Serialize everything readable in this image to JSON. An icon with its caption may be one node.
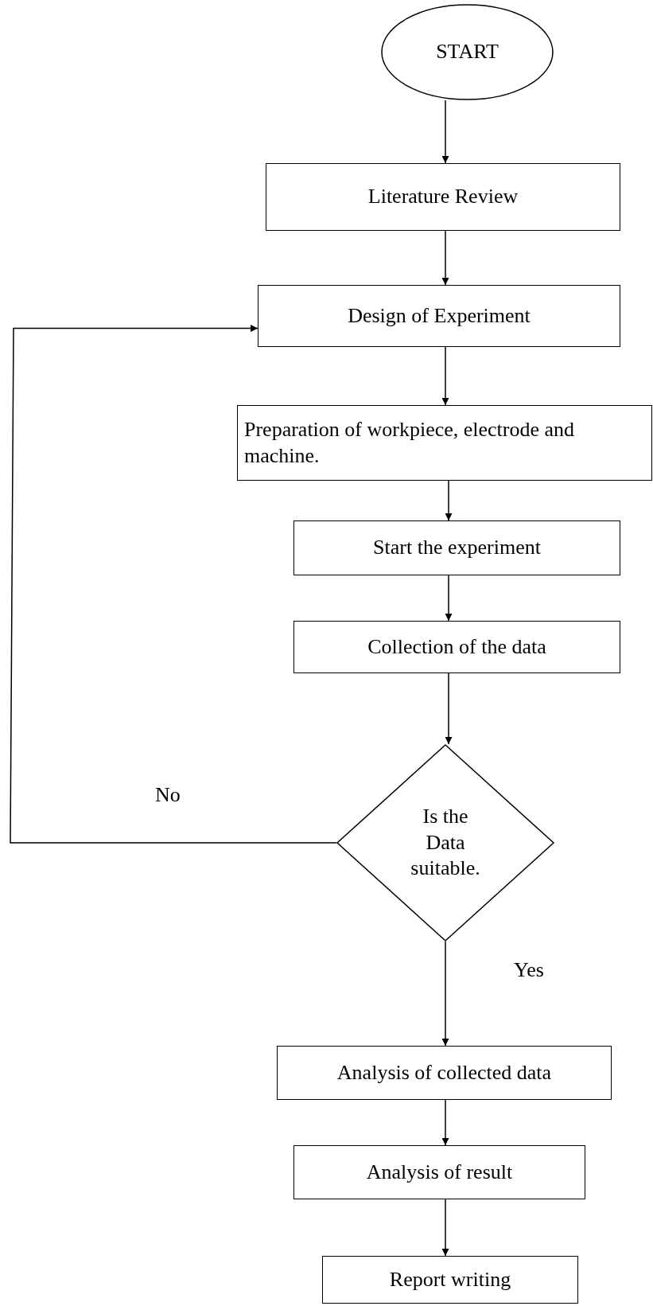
{
  "diagram": {
    "nodes": [
      {
        "text": [
          "START"
        ]
      },
      {
        "text": [
          "Literature Review"
        ]
      },
      {
        "text": [
          "Design of Experiment"
        ]
      },
      {
        "text": [
          "Preparation of workpiece, electrode and machine."
        ]
      },
      {
        "text": [
          "Start the experiment"
        ]
      },
      {
        "text": [
          "Collection of the data"
        ]
      },
      {
        "text": [
          "Is the Data suitable."
        ]
      },
      {
        "text": [
          "Analysis of collected data"
        ]
      },
      {
        "text": [
          "Analysis of result"
        ]
      },
      {
        "text": [
          "Report writing"
        ]
      }
    ],
    "edges": [
      {
        "from": 0,
        "to": 1,
        "arrow": "to"
      },
      {
        "from": 1,
        "to": 2,
        "arrow": "to"
      },
      {
        "from": 2,
        "to": 3,
        "arrow": "to"
      },
      {
        "from": 3,
        "to": 4,
        "arrow": "to"
      },
      {
        "from": 4,
        "to": 5,
        "arrow": "to"
      },
      {
        "from": 5,
        "to": 6,
        "arrow": "to"
      },
      {
        "from": 6,
        "to": 2,
        "arrow": "to",
        "label": "No"
      },
      {
        "from": 6,
        "to": 7,
        "arrow": "to",
        "label": "Yes"
      },
      {
        "from": 7,
        "to": 8,
        "arrow": "to"
      },
      {
        "from": 8,
        "to": 9,
        "arrow": "to"
      }
    ]
  }
}
